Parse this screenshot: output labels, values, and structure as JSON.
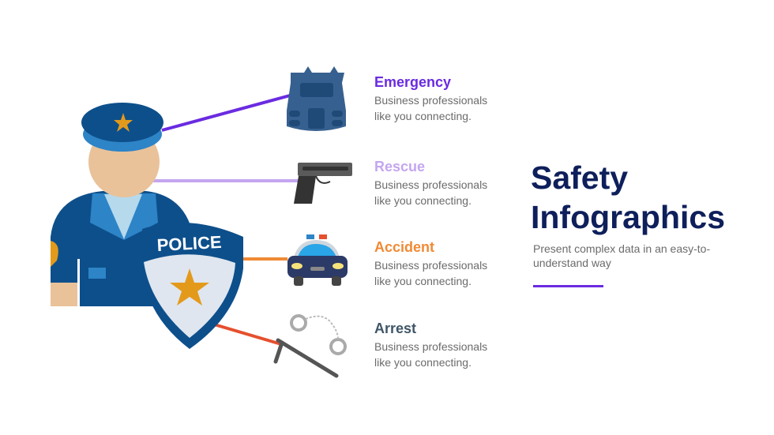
{
  "title_line1": "Safety",
  "title_line2": "Infographics",
  "subtitle": "Present complex data in an easy-to-understand way",
  "badge_text": "POLICE",
  "items": [
    {
      "title": "Emergency",
      "desc1": "Business professionals",
      "desc2": "like you connecting.",
      "color": "#6a2be0",
      "icon": "bulletproof-vest-icon"
    },
    {
      "title": "Rescue",
      "desc1": "Business professionals",
      "desc2": "like you connecting.",
      "color": "#c4a6f0",
      "icon": "handgun-icon"
    },
    {
      "title": "Accident",
      "desc1": "Business professionals",
      "desc2": "like you connecting.",
      "color": "#f08a34",
      "icon": "police-car-icon"
    },
    {
      "title": "Arrest",
      "desc1": "Business professionals",
      "desc2": "like you connecting.",
      "color": "#3f5668",
      "icon": "handcuffs-baton-icon"
    }
  ],
  "colors": {
    "title": "#0e1f5b",
    "accent": "#6a2be0",
    "uniform": "#0d4f8b"
  }
}
